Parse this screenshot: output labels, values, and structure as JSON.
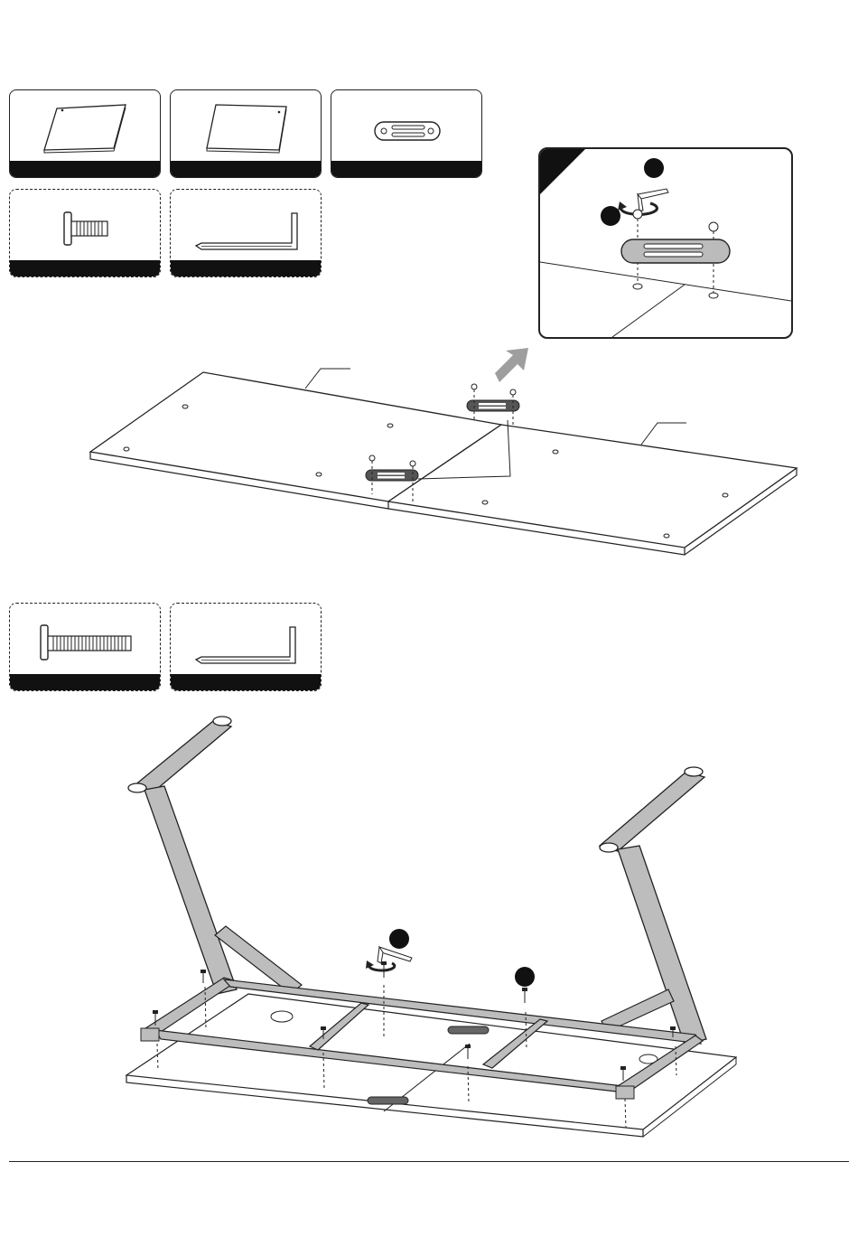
{
  "document": {
    "type": "assembly-instructions",
    "steps": [
      {
        "parts": [
          {
            "icon": "desktop-panel-left-icon",
            "style": "solid"
          },
          {
            "icon": "desktop-panel-right-icon",
            "style": "solid"
          },
          {
            "icon": "connecting-plate-icon",
            "style": "solid"
          },
          {
            "icon": "short-bolt-icon",
            "style": "dashed"
          },
          {
            "icon": "allen-key-icon",
            "style": "dashed"
          }
        ],
        "detail_callouts": [
          "hex-key-callout",
          "bolt-callout"
        ]
      },
      {
        "parts": [
          {
            "icon": "long-bolt-icon",
            "style": "dashed"
          },
          {
            "icon": "allen-key-icon",
            "style": "dashed"
          }
        ],
        "callouts": [
          "hex-key-callout",
          "bolt-callout"
        ]
      }
    ]
  },
  "colors": {
    "ink": "#111111",
    "frame_fill": "#bdbdbd",
    "arrow": "#9e9e9e"
  }
}
